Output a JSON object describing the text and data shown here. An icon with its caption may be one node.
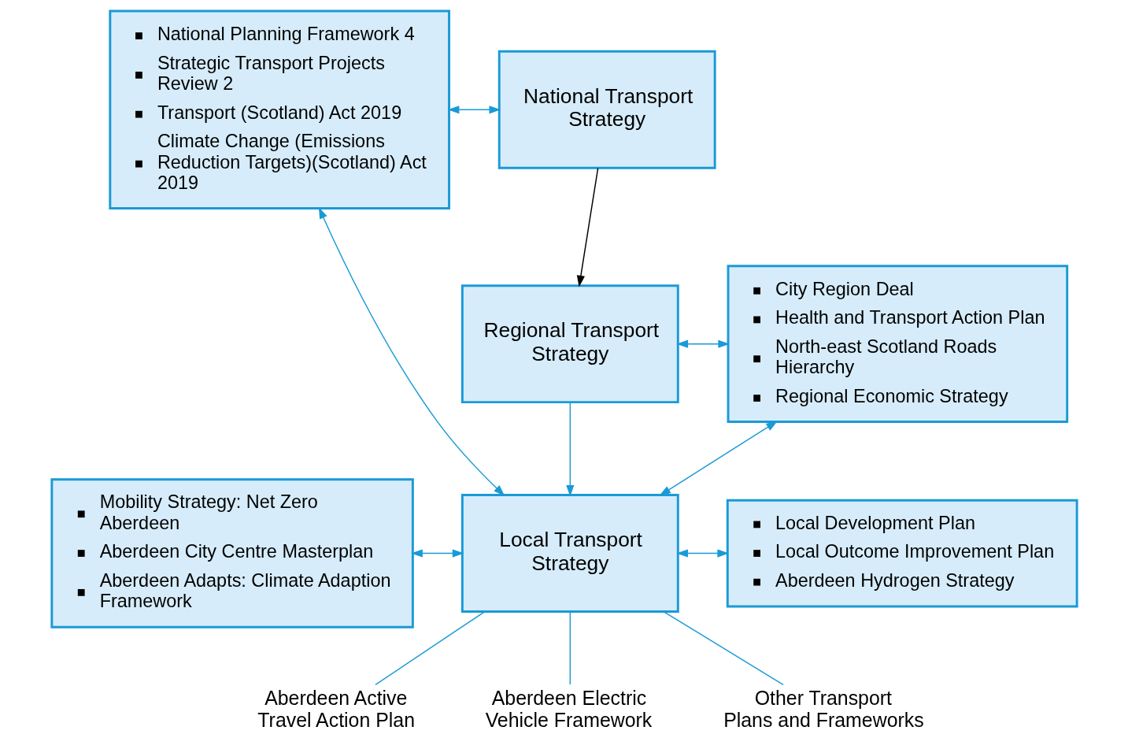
{
  "diagram": {
    "nodes": [
      {
        "text": [
          "National Planning Framework 4",
          "Strategic Transport Projects Review 2",
          "Transport (Scotland) Act 2019",
          "Climate Change (Emissions Reduction Targets)(Scotland) Act 2019"
        ]
      },
      {
        "text": [
          "National Transport Strategy"
        ]
      },
      {
        "text": [
          "Regional Transport Strategy"
        ]
      },
      {
        "text": [
          "City Region Deal",
          "Health and Transport Action Plan",
          "North-east Scotland Roads Hierarchy",
          "Regional Economic Strategy"
        ]
      },
      {
        "text": [
          "Mobility Strategy: Net Zero Aberdeen",
          "Aberdeen City Centre Masterplan",
          "Aberdeen Adapts: Climate Adaption Framework"
        ]
      },
      {
        "text": [
          "Local Transport Strategy"
        ]
      },
      {
        "text": [
          "Local Development Plan",
          "Local Outcome Improvement Plan",
          "Aberdeen Hydrogen Strategy"
        ]
      },
      {
        "text": [
          "Aberdeen Active Travel Action Plan"
        ]
      },
      {
        "text": [
          "Aberdeen Electric Vehicle Framework"
        ]
      },
      {
        "text": [
          "Other Transport Plans and Frameworks"
        ]
      }
    ],
    "edges": [
      {
        "from": 0,
        "to": 1,
        "arrow": "both"
      },
      {
        "from": 1,
        "to": 2,
        "arrow": "to",
        "color": "#000000"
      },
      {
        "from": 2,
        "to": 3,
        "arrow": "both"
      },
      {
        "from": 0,
        "to": 5,
        "arrow": "both"
      },
      {
        "from": 3,
        "to": 5,
        "arrow": "both"
      },
      {
        "from": 2,
        "to": 5,
        "arrow": "to"
      },
      {
        "from": 4,
        "to": 5,
        "arrow": "both"
      },
      {
        "from": 5,
        "to": 6,
        "arrow": "both"
      },
      {
        "from": 5,
        "to": 7,
        "arrow": "none"
      },
      {
        "from": 5,
        "to": 8,
        "arrow": "none"
      },
      {
        "from": 5,
        "to": 9,
        "arrow": "none"
      }
    ]
  }
}
